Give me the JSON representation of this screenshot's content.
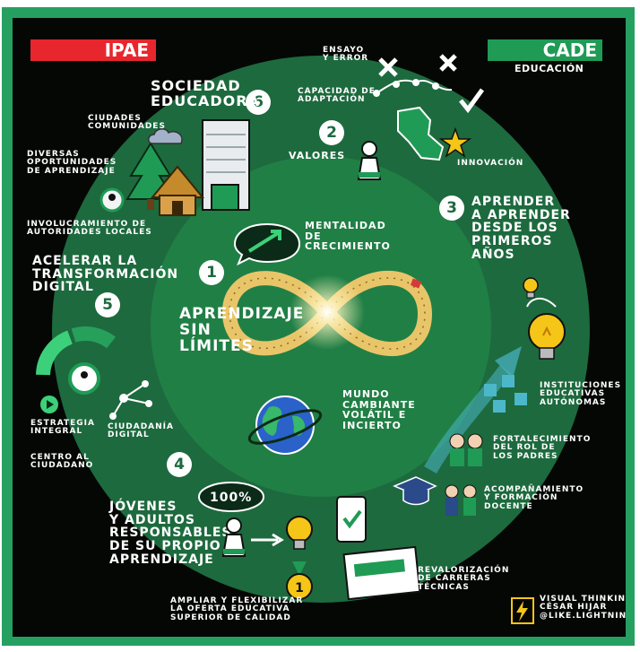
{
  "header": {
    "left_logo": "IPAE",
    "right_logo": "CADE",
    "right_sub": "EDUCACIÓN"
  },
  "center": {
    "title": "APRENDIZAJE\nSIN\nLÍMITES"
  },
  "items": {
    "n1": "1",
    "n2": "2",
    "n3": "3",
    "n4": "4",
    "n5": "5",
    "n6": "6",
    "mentalidad": "MENTALIDAD\nDE\nCRECIMIENTO",
    "mundo": "MUNDO\nCAMBIANTE\nVOLÁTIL E\nINCIERTO",
    "sociedad": "SOCIEDAD\nEDUCADORA",
    "ciudades": "CIUDADES\nCOMUNIDADES",
    "diversas": "DIVERSAS\nOPORTUNIDADES\nDE APRENDIZAJE",
    "involucramiento": "INVOLUCRAMIENTO DE\nAUTORIDADES LOCALES",
    "ensayo": "ENSAYO\nY ERROR",
    "capacidad": "CAPACIDAD DE\nADAPTACIÓN",
    "valores": "VALORES",
    "innovacion": "INNOVACIÓN",
    "aprender": "APRENDER\nA APRENDER\nDESDE LOS\nPRIMEROS\nAÑOS",
    "acelerar": "ACELERAR LA\nTRANSFORMACIÓN\nDIGITAL",
    "estrategia": "ESTRATEGIA\nINTEGRAL",
    "ciudadania": "CIUDADANÍA\nDIGITAL",
    "centro": "CENTRO AL\nCIUDADANO",
    "instituciones": "INSTITUCIONES\nEDUCATIVAS\nAUTÓNOMAS",
    "fortalecimiento": "FORTALECIMIENTO\nDEL ROL DE\nLOS PADRES",
    "acompanamiento": "ACOMPAÑAMIENTO\nY FORMACIÓN\nDOCENTE",
    "jovenes": "JÓVENES\nY ADULTOS\nRESPONSABLES\nDE SU PROPIO\nAPRENDIZAJE",
    "cien": "100%",
    "ampliar": "AMPLIAR Y FLEXIBILIZAR\nLA OFERTA EDUCATIVA\nSUPERIOR DE CALIDAD",
    "revalorizacion": "REVALORIZACIÓN\nDE CARRERAS\nTÉCNICAS",
    "credit": "VISUAL THINKING\nCÉSAR HIJAR\n@LIKE.LIGHTNING"
  },
  "colors": {
    "frame": "#26a061",
    "board": "#050705",
    "ring_outer": "#1d6a3e",
    "ring_inner": "#207f45",
    "ipae_red": "#e8262d",
    "cade_green": "#1f9b55",
    "infinity": "#e9c56a"
  }
}
